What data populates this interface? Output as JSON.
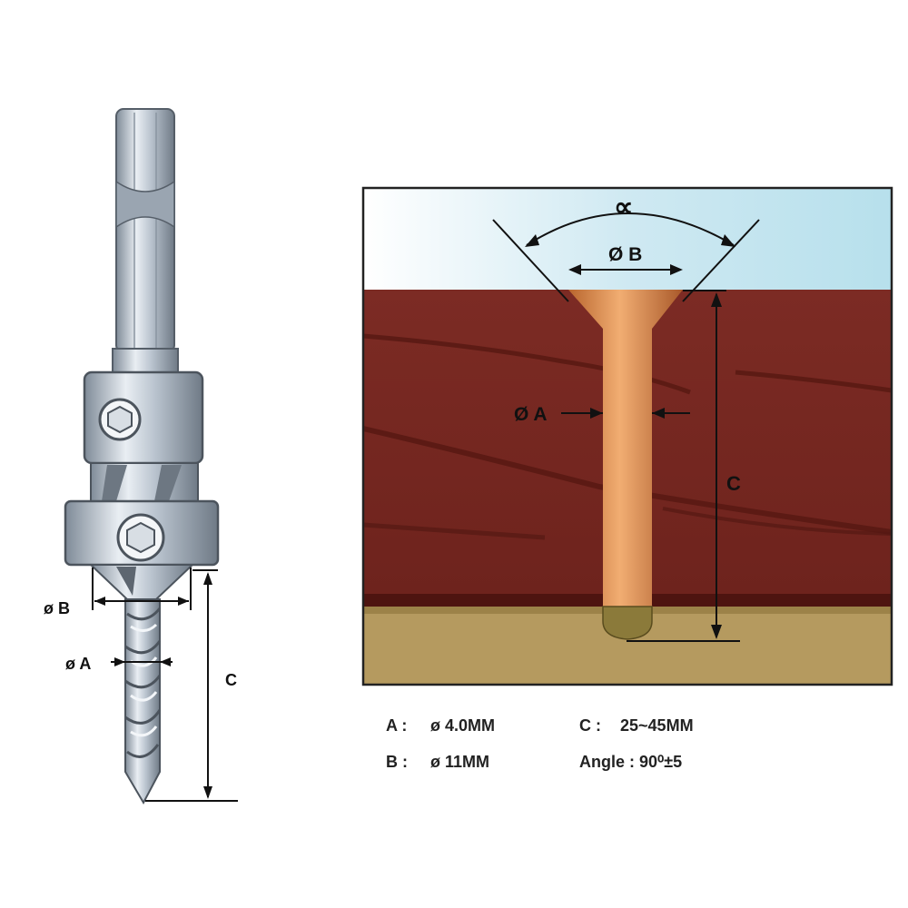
{
  "drill_labels": {
    "dia_b": "ø B",
    "dia_a": "ø A",
    "length_c": "C"
  },
  "hole_labels": {
    "angle": "∝",
    "dia_b": "Ø B",
    "dia_a": "Ø A",
    "length_c": "C"
  },
  "specs": {
    "a": {
      "key": "A :",
      "value": "ø 4.0MM"
    },
    "b": {
      "key": "B :",
      "value": "ø 11MM"
    },
    "c": {
      "key": "C :",
      "value": "25~45MM"
    },
    "angle": {
      "key": "Angle :",
      "value": "90⁰±5"
    }
  },
  "colors": {
    "sky": "#bfe3ee",
    "wood": "#7a2a23",
    "wood_grain": "#5c1a16",
    "base": "#b59a5f",
    "screw": "#d98a4e",
    "steel": "#c9d2dc"
  }
}
